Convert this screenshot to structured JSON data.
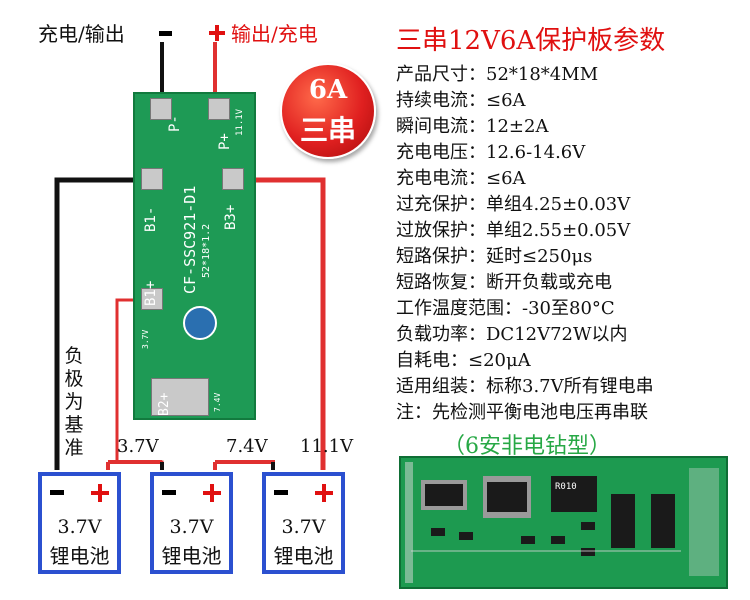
{
  "labels": {
    "top_left": "充电/输出",
    "top_right": "输出/充电",
    "left_vertical": [
      "负",
      "极",
      "为",
      "基",
      "准"
    ]
  },
  "badge": {
    "current": "6A",
    "series": "三串"
  },
  "pcb": {
    "model": "CF-SSC921-D1",
    "size": "52*18*1.2",
    "version": "11.1V",
    "pads": {
      "p_minus": "P-",
      "p_plus": "P+",
      "b1_minus": "B1-",
      "b1_plus": "B1+",
      "b3_plus": "B3+",
      "b2_plus": "B2+",
      "v37": "3.7V",
      "v74": "7.4V"
    }
  },
  "voltages": {
    "a": "3.7V",
    "b": "7.4V",
    "c": "11.1V"
  },
  "batteries": [
    {
      "voltage": "3.7V",
      "name": "锂电池"
    },
    {
      "voltage": "3.7V",
      "name": "锂电池"
    },
    {
      "voltage": "3.7V",
      "name": "锂电池"
    }
  ],
  "specs": {
    "title": "三串12V6A保护板参数",
    "rows": [
      "产品尺寸：52*18*4MM",
      "持续电流：≤6A",
      "瞬间电流：12±2A",
      "充电电压：12.6-14.6V",
      "充电电流：≤6A",
      "过充保护：单组4.25±0.03V",
      "过放保护：单组2.55±0.05V",
      "短路保护：延时≤250μs",
      "短路恢复：断开负载或充电",
      "工作温度范围：-30至80°C",
      "负载功率：DC12V72W以内",
      "自耗电：≤20μA",
      "适用组装：标称3.7V所有锂电串",
      "注：先检测平衡电池电压再串联"
    ],
    "note": "（6安非电钻型）"
  },
  "board2": {
    "resistor": "R010"
  },
  "colors": {
    "red": "#e01010",
    "black": "#111111",
    "pcb_green": "#1e9a55",
    "battery_blue": "#2b50d0",
    "note_green": "#27a845"
  }
}
